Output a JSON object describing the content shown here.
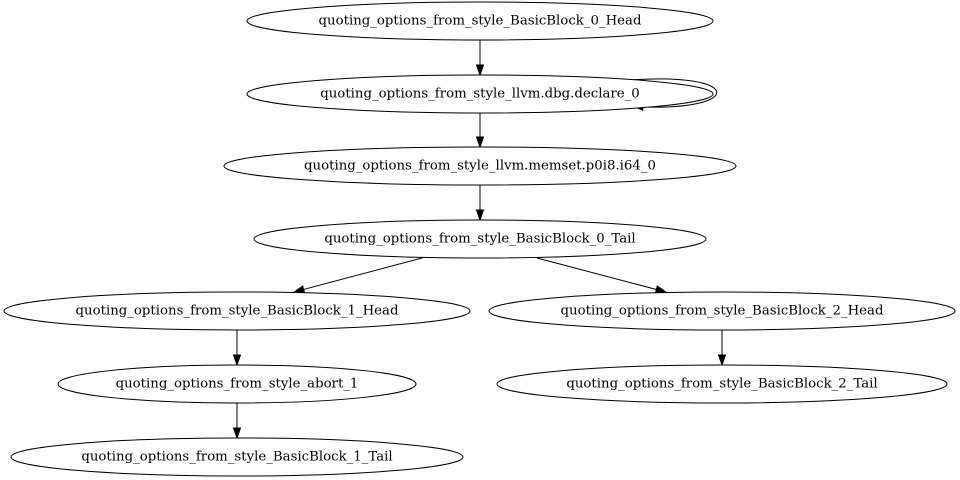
{
  "graph": {
    "nodes": [
      {
        "id": "n_bb0_head",
        "label": "quoting_options_from_style_BasicBlock_0_Head"
      },
      {
        "id": "n_dbg_declare",
        "label": "quoting_options_from_style_llvm.dbg.declare_0"
      },
      {
        "id": "n_memset",
        "label": "quoting_options_from_style_llvm.memset.p0i8.i64_0"
      },
      {
        "id": "n_bb0_tail",
        "label": "quoting_options_from_style_BasicBlock_0_Tail"
      },
      {
        "id": "n_bb1_head",
        "label": "quoting_options_from_style_BasicBlock_1_Head"
      },
      {
        "id": "n_bb2_head",
        "label": "quoting_options_from_style_BasicBlock_2_Head"
      },
      {
        "id": "n_abort",
        "label": "quoting_options_from_style_abort_1"
      },
      {
        "id": "n_bb2_tail",
        "label": "quoting_options_from_style_BasicBlock_2_Tail"
      },
      {
        "id": "n_bb1_tail",
        "label": "quoting_options_from_style_BasicBlock_1_Tail"
      }
    ],
    "edges": [
      {
        "from": "n_bb0_head",
        "to": "n_dbg_declare"
      },
      {
        "from": "n_dbg_declare",
        "to": "n_dbg_declare"
      },
      {
        "from": "n_dbg_declare",
        "to": "n_memset"
      },
      {
        "from": "n_memset",
        "to": "n_bb0_tail"
      },
      {
        "from": "n_bb0_tail",
        "to": "n_bb1_head"
      },
      {
        "from": "n_bb0_tail",
        "to": "n_bb2_head"
      },
      {
        "from": "n_bb1_head",
        "to": "n_abort"
      },
      {
        "from": "n_abort",
        "to": "n_bb1_tail"
      },
      {
        "from": "n_bb2_head",
        "to": "n_bb2_tail"
      }
    ]
  }
}
